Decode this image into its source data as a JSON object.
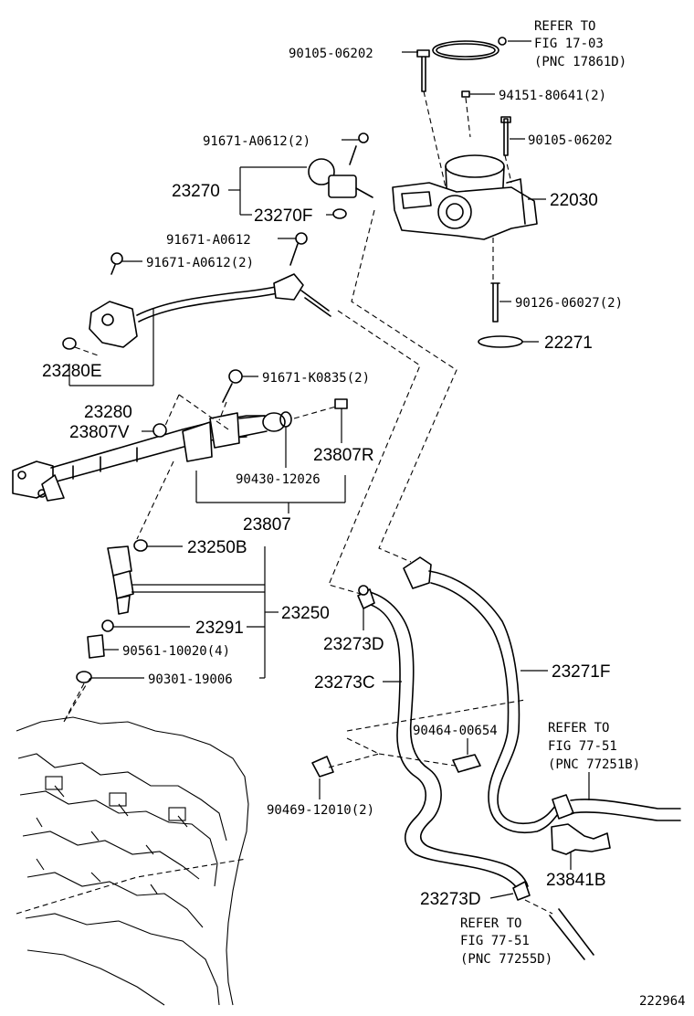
{
  "diagram_id": "222964",
  "references": {
    "fig_17_03": [
      "REFER TO",
      "FIG 17-03",
      "(PNC 17861D)"
    ],
    "fig_77_51_a": [
      "REFER TO",
      "FIG 77-51",
      "(PNC 77251B)"
    ],
    "fig_77_51_b": [
      "REFER TO",
      "FIG 77-51",
      "(PNC 77255D)"
    ]
  },
  "parts": {
    "p90105_top": "90105-06202",
    "p94151": "94151-80641(2)",
    "p90105_right": "90105-06202",
    "p91671_a0612_2a": "91671-A0612(2)",
    "p23270": "23270",
    "p23270f": "23270F",
    "p22030": "22030",
    "p91671_a0612": "91671-A0612",
    "p91671_a0612_2b": "91671-A0612(2)",
    "p90126": "90126-06027(2)",
    "p22271": "22271",
    "p23280e": "23280E",
    "p23280": "23280",
    "p91671_k0835": "91671-K0835(2)",
    "p23807v": "23807V",
    "p23807r": "23807R",
    "p90430": "90430-12026",
    "p23807": "23807",
    "p23250b": "23250B",
    "p23250": "23250",
    "p23291": "23291",
    "p90561": "90561-10020(4)",
    "p90301": "90301-19006",
    "p23273d_top": "23273D",
    "p23273c": "23273C",
    "p23271f": "23271F",
    "p90464": "90464-00654",
    "p90469": "90469-12010(2)",
    "p23841b": "23841B",
    "p23273d_bottom": "23273D"
  }
}
